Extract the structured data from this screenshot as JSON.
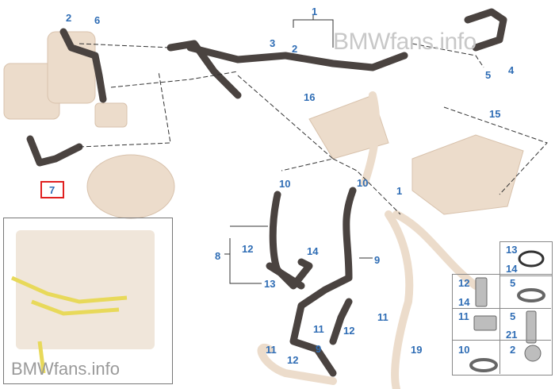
{
  "watermark_top": "BMWfans.info",
  "watermark_bottom": "BMWfans.info",
  "highlighted_part": "7",
  "labels": {
    "p1_top": "1",
    "p1_mid": "1",
    "p2_a": "2",
    "p2_b": "2",
    "p3": "3",
    "p4": "4",
    "p5_top": "5",
    "p6": "6",
    "p7": "7",
    "p8": "8",
    "p9_a": "9",
    "p9_b": "9",
    "p10_a": "10",
    "p10_b": "10",
    "p11_a": "11",
    "p11_b": "11",
    "p11_c": "11",
    "p12_a": "12",
    "p12_b": "12",
    "p12_c": "12",
    "p13": "13",
    "p14": "14",
    "p15": "15",
    "p16": "16",
    "p19": "19"
  },
  "parts_grid": [
    {
      "labels": [
        "13",
        "14"
      ],
      "icon": "o-ring-icon"
    },
    {
      "labels": [
        "12",
        "14"
      ],
      "icon": "hex-bolt-icon"
    },
    {
      "labels": [
        "5"
      ],
      "icon": "hose-clamp-icon"
    },
    {
      "labels": [
        "11"
      ],
      "icon": "clip-nut-icon"
    },
    {
      "labels": [
        "5",
        "21"
      ],
      "icon": "hex-bolt-icon"
    },
    {
      "labels": [
        "10"
      ],
      "icon": "spring-clamp-icon"
    },
    {
      "labels": [
        "2"
      ],
      "icon": "screw-plug-icon"
    }
  ],
  "colors": {
    "label": "#2f6db5",
    "hose": "#4a4340",
    "engine": "#ead8c6",
    "highlight": "#e02020",
    "inset_pipe": "#e8d95a"
  }
}
